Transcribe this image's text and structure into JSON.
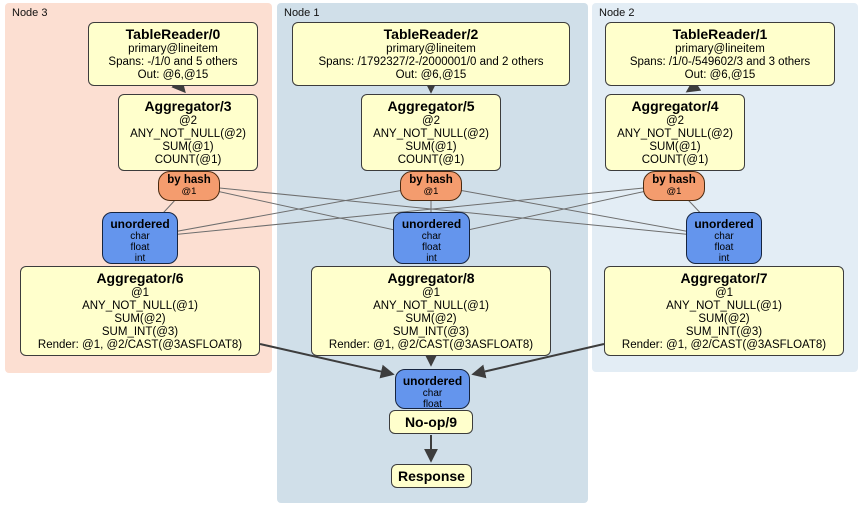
{
  "colors": {
    "canvas_bg": "#ffffff",
    "node3_bg": "#fcdfd2",
    "node1_bg": "#d0dfe9",
    "node2_bg": "#e3edf5",
    "processor_fill": "#ffffcc",
    "processor_border": "#3c3c3c",
    "router_fill": "#f49c6e",
    "sync_fill": "#6495ed",
    "edge_thin": "#6e6e6e",
    "edge_thick": "#3d3d3d"
  },
  "nodes": [
    {
      "label": "Node 3",
      "table_reader": {
        "title": "TableReader/0",
        "lines": [
          "primary@lineitem",
          "Spans: -/1/0 and 5 others",
          "Out: @6,@15"
        ]
      },
      "aggregator": {
        "title": "Aggregator/3",
        "lines": [
          "@2",
          "ANY_NOT_NULL(@2)",
          "SUM(@1)",
          "COUNT(@1)"
        ]
      },
      "router": {
        "label": "by hash",
        "detail": "@1"
      },
      "sync": {
        "label": "unordered",
        "types": [
          "char",
          "float",
          "int"
        ]
      },
      "final_aggregator": {
        "title": "Aggregator/6",
        "lines": [
          "@1",
          "ANY_NOT_NULL(@1)",
          "SUM(@2)",
          "SUM_INT(@3)",
          "Render: @1, @2/CAST(@3ASFLOAT8)"
        ]
      }
    },
    {
      "label": "Node 1",
      "table_reader": {
        "title": "TableReader/2",
        "lines": [
          "primary@lineitem",
          "Spans: /1792327/2-/2000001/0 and 2 others",
          "Out: @6,@15"
        ]
      },
      "aggregator": {
        "title": "Aggregator/5",
        "lines": [
          "@2",
          "ANY_NOT_NULL(@2)",
          "SUM(@1)",
          "COUNT(@1)"
        ]
      },
      "router": {
        "label": "by hash",
        "detail": "@1"
      },
      "sync": {
        "label": "unordered",
        "types": [
          "char",
          "float",
          "int"
        ]
      },
      "final_aggregator": {
        "title": "Aggregator/8",
        "lines": [
          "@1",
          "ANY_NOT_NULL(@1)",
          "SUM(@2)",
          "SUM_INT(@3)",
          "Render: @1, @2/CAST(@3ASFLOAT8)"
        ]
      }
    },
    {
      "label": "Node 2",
      "table_reader": {
        "title": "TableReader/1",
        "lines": [
          "primary@lineitem",
          "Spans: /1/0-/549602/3 and 3 others",
          "Out: @6,@15"
        ]
      },
      "aggregator": {
        "title": "Aggregator/4",
        "lines": [
          "@2",
          "ANY_NOT_NULL(@2)",
          "SUM(@1)",
          "COUNT(@1)"
        ]
      },
      "router": {
        "label": "by hash",
        "detail": "@1"
      },
      "sync": {
        "label": "unordered",
        "types": [
          "char",
          "float",
          "int"
        ]
      },
      "final_aggregator": {
        "title": "Aggregator/7",
        "lines": [
          "@1",
          "ANY_NOT_NULL(@1)",
          "SUM(@2)",
          "SUM_INT(@3)",
          "Render: @1, @2/CAST(@3ASFLOAT8)"
        ]
      }
    }
  ],
  "output": {
    "sync": {
      "label": "unordered",
      "types": [
        "char",
        "float"
      ]
    },
    "noop": {
      "label": "No-op/9"
    },
    "response": {
      "label": "Response"
    }
  }
}
